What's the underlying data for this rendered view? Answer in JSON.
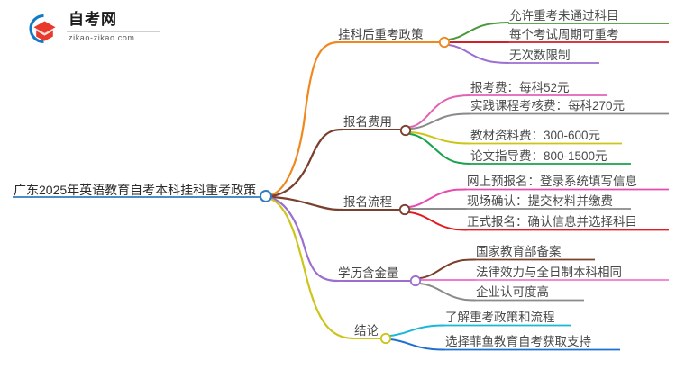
{
  "logo": {
    "mark_icon": "graduation-cap-swoosh-icon",
    "name_cn": "自考网",
    "url": "zikao-zikao.com",
    "mark_red": "#e8392b",
    "mark_blue": "#1279c4"
  },
  "mindmap": {
    "root": {
      "label": "广东2025年英语教育自考本科挂科重考政策",
      "underline_color": "#2f7cc0",
      "node_color": "#2f7cc0"
    },
    "branches": [
      {
        "label": "挂科后重考政策",
        "color": "#f0881e",
        "node_color": "#f0881e",
        "children": [
          {
            "label": "允许重考未通过科目",
            "color": "#4a9a3a"
          },
          {
            "label": "每个考试周期可重考",
            "color": "#cf2127"
          },
          {
            "label": "无次数限制",
            "color": "#9b6fd0"
          }
        ]
      },
      {
        "label": "报名费用",
        "color": "#7b3f2e",
        "node_color": "#7b3f2e",
        "children": [
          {
            "label": "报考费：每科52元",
            "color": "#e262b4"
          },
          {
            "label": "实践课程考核费：每科270元",
            "color": "#8a8a8a"
          },
          {
            "label": "教材资料费：300-600元",
            "color": "#cdc41a"
          },
          {
            "label": "论文指导费：800-1500元",
            "color": "#18a24a"
          }
        ]
      },
      {
        "label": "报名流程",
        "color": "#7b3f2e",
        "node_color": "#7b3f2e",
        "children": [
          {
            "label": "网上预报名：登录系统填写信息",
            "color": "#e84aae"
          },
          {
            "label": "现场确认：提交材料并缴费",
            "color": "#8a8a8a"
          },
          {
            "label": "正式报名：确认信息并选择科目",
            "color": "#e21b20"
          }
        ]
      },
      {
        "label": "学历含金量",
        "color": "#9b6fd0",
        "node_color": "#9b6fd0",
        "children": [
          {
            "label": "国家教育部备案",
            "color": "#7b3f2e"
          },
          {
            "label": "法律效力与全日制本科相同",
            "color": "#f07ad0"
          },
          {
            "label": "企业认可度高",
            "color": "#8a8a8a"
          }
        ]
      },
      {
        "label": "结论",
        "color": "#cdc41a",
        "node_color": "#cdc41a",
        "children": [
          {
            "label": "了解重考政策和流程",
            "color": "#19b8d8"
          },
          {
            "label": "选择菲鱼教育自考获取支持",
            "color": "#1f6fd0"
          }
        ]
      }
    ]
  }
}
